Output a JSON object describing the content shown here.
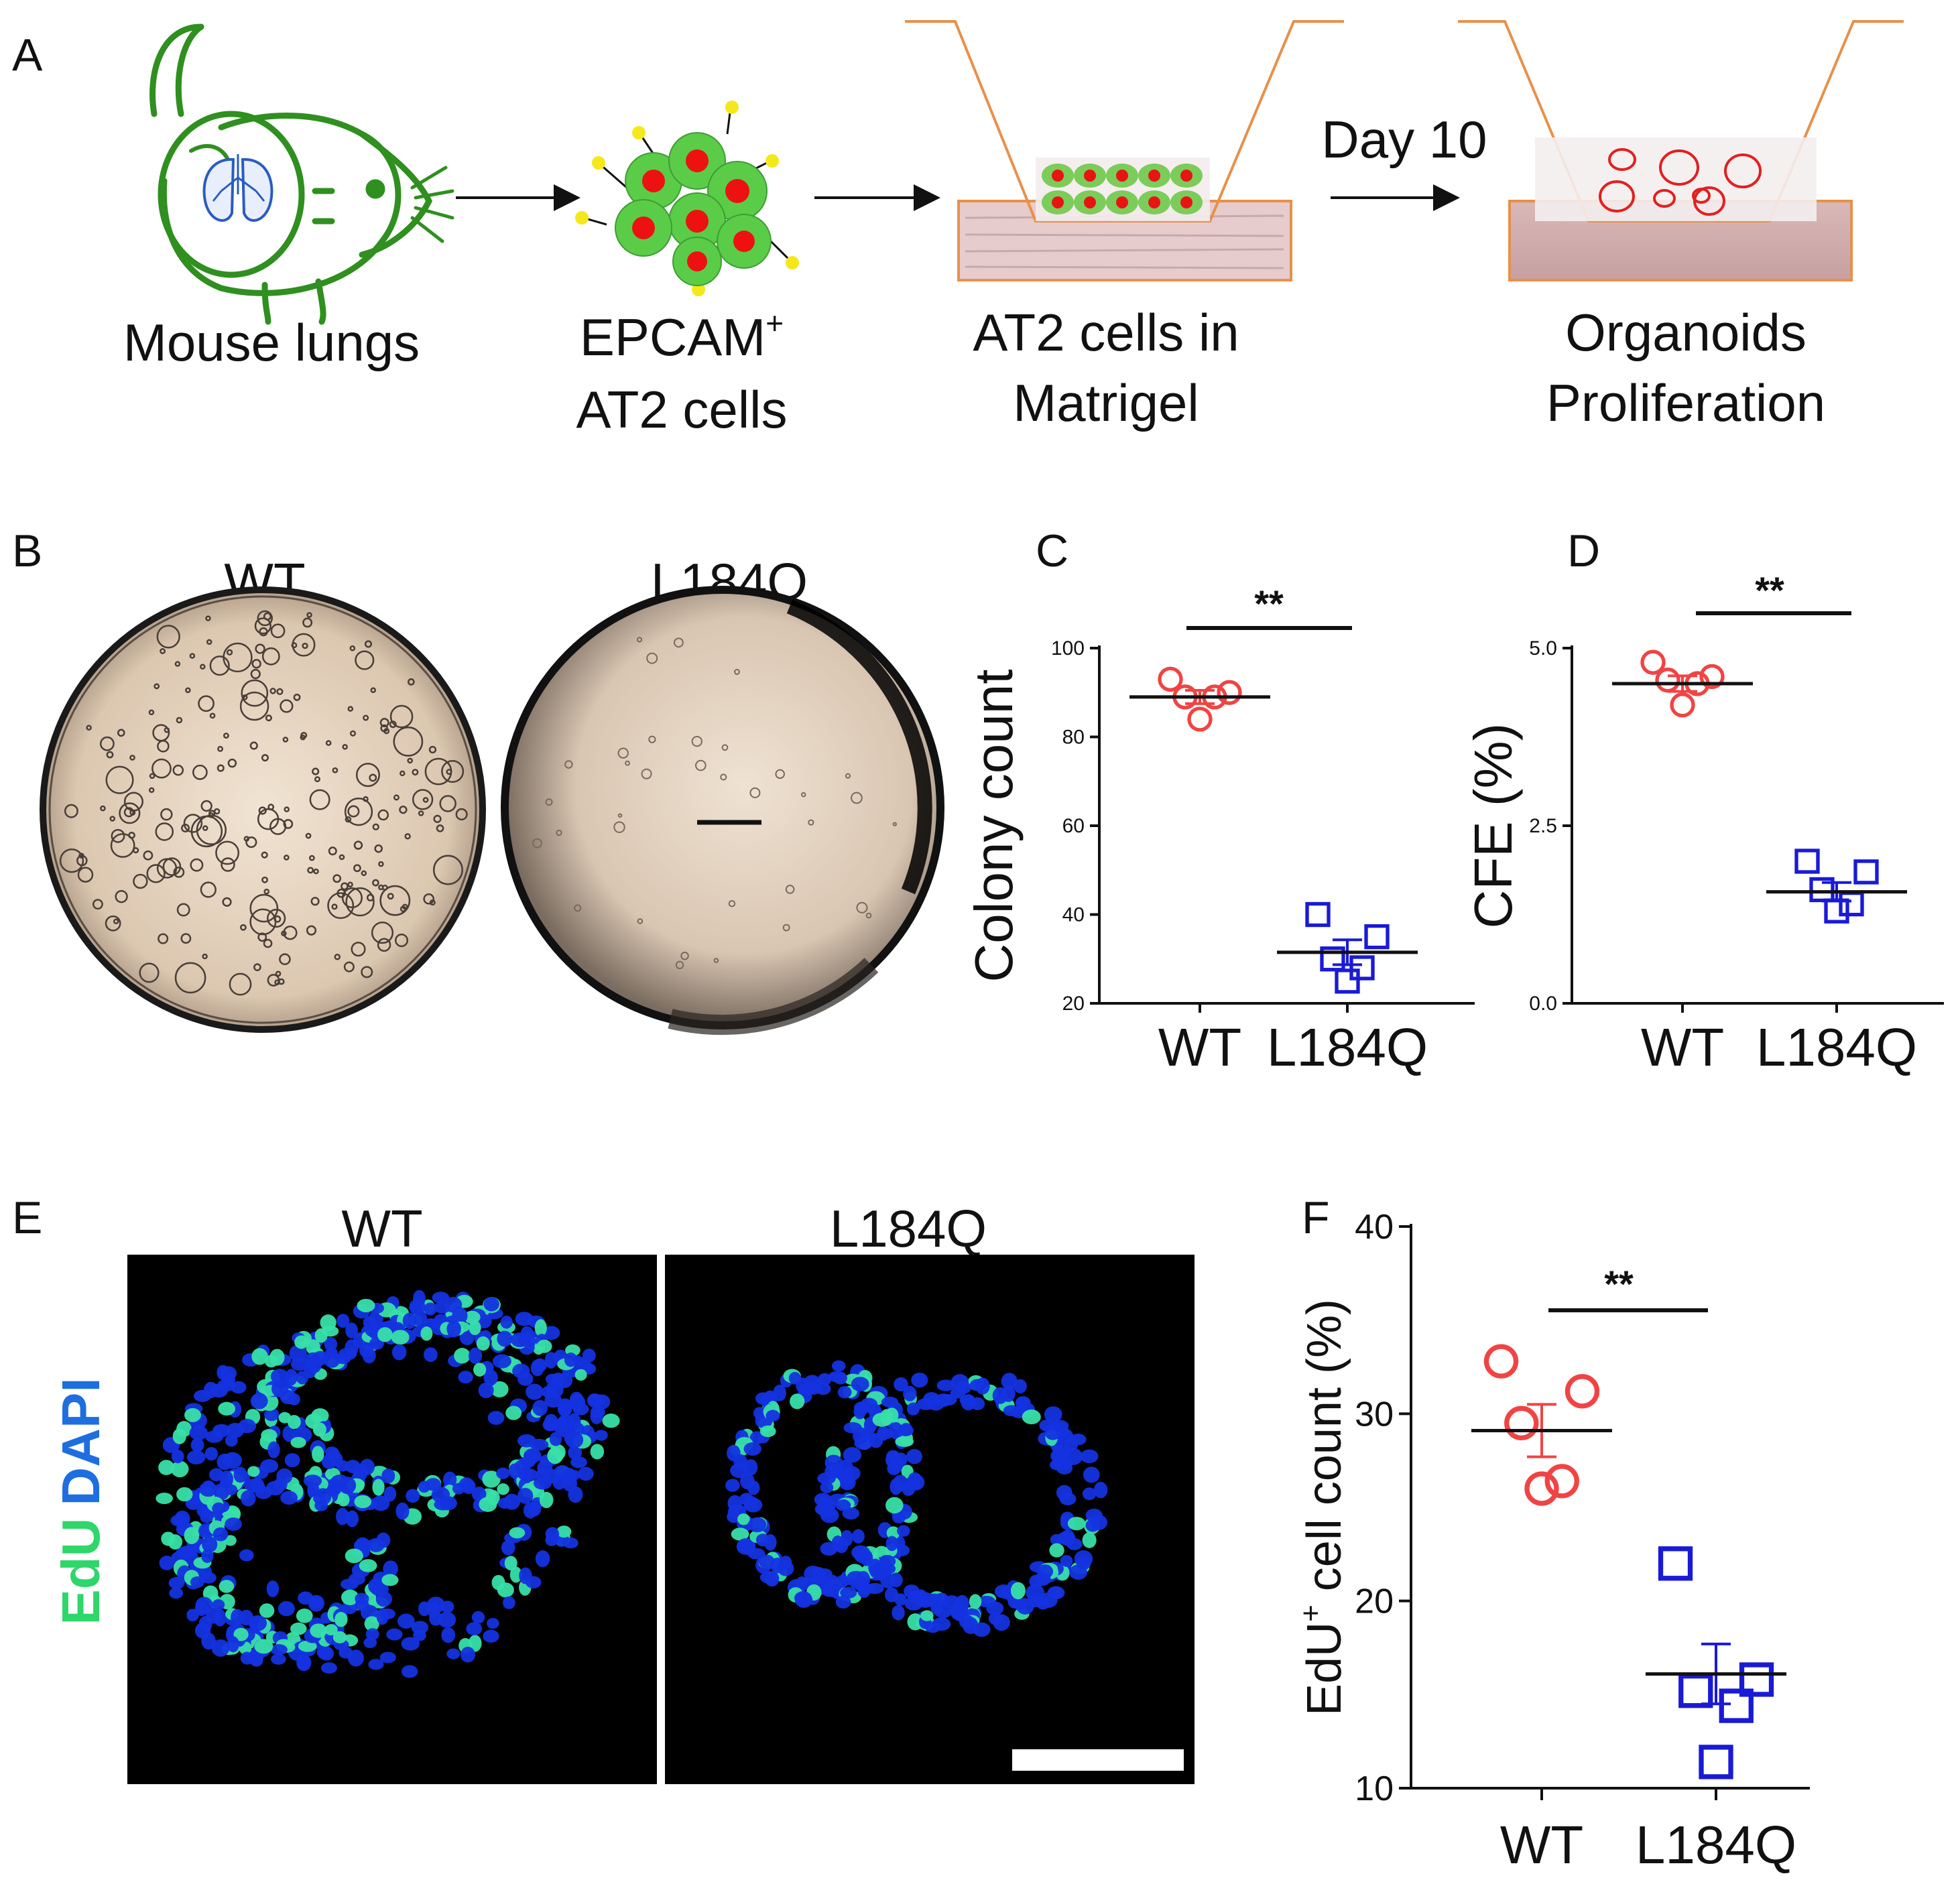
{
  "panels": {
    "A": {
      "letter": "A",
      "step1": "Mouse lungs",
      "step2_line1": "EPCAM",
      "step2_sup": "+",
      "step2_line2": "AT2 cells",
      "step3_line1": "AT2 cells in",
      "step3_line2": "Matrigel",
      "step4_line1": "Organoids",
      "step4_line2": "Proliferation",
      "arrow_label": "Day 10"
    },
    "B": {
      "letter": "B",
      "left_label": "WT",
      "right_label": "L184Q"
    },
    "C": {
      "letter": "C",
      "significance": "**"
    },
    "D": {
      "letter": "D",
      "significance": "**"
    },
    "E": {
      "letter": "E",
      "left_label": "WT",
      "right_label": "L184Q",
      "stain_edu": "EdU",
      "stain_dapi": "DAPI"
    },
    "F": {
      "letter": "F",
      "significance": "**"
    }
  },
  "colors": {
    "wt": "#f04444",
    "mutant": "#1a1ad6",
    "mouse": "#2f8f1f",
    "lung": "#2a5cc0",
    "well": "#e8904a",
    "edu": "#2fd66a",
    "dapi": "#1e6ee0"
  },
  "chart_data": [
    {
      "panel": "C",
      "type": "scatter",
      "categories": [
        "WT",
        "L184Q"
      ],
      "ylabel": "Colony count",
      "ylim": [
        20,
        100
      ],
      "yticks": [
        "20",
        "40",
        "60",
        "80",
        "100"
      ],
      "series": [
        {
          "name": "WT",
          "values": [
            93,
            90,
            89,
            89,
            84
          ],
          "mean": 89,
          "sem": 1.5
        },
        {
          "name": "L184Q",
          "values": [
            40,
            35,
            30,
            28,
            25
          ],
          "mean": 31.5,
          "sem": 2.8
        }
      ]
    },
    {
      "panel": "D",
      "type": "scatter",
      "categories": [
        "WT",
        "L184Q"
      ],
      "ylabel": "CFE (%)",
      "ylim": [
        0,
        5.0
      ],
      "yticks": [
        "0.0",
        "2.5",
        "5.0"
      ],
      "series": [
        {
          "name": "WT",
          "values": [
            4.8,
            4.6,
            4.55,
            4.5,
            4.2
          ],
          "mean": 4.5,
          "sem": 0.11
        },
        {
          "name": "L184Q",
          "values": [
            2.0,
            1.85,
            1.6,
            1.4,
            1.3
          ],
          "mean": 1.57,
          "sem": 0.13
        }
      ]
    },
    {
      "panel": "F",
      "type": "scatter",
      "categories": [
        "WT",
        "L184Q"
      ],
      "ylabel": "EdU",
      "ylabel_sup": "+",
      "ylabel_rest": " cell count (%)",
      "ylim": [
        10,
        40
      ],
      "yticks": [
        "10",
        "20",
        "30",
        "40"
      ],
      "series": [
        {
          "name": "WT",
          "values": [
            32.8,
            31.2,
            29.5,
            26.4,
            26.0
          ],
          "mean": 29.1,
          "sem": 1.4
        },
        {
          "name": "L184Q",
          "values": [
            22.0,
            15.8,
            15.2,
            14.4,
            11.4
          ],
          "mean": 16.1,
          "sem": 1.6
        }
      ]
    }
  ]
}
